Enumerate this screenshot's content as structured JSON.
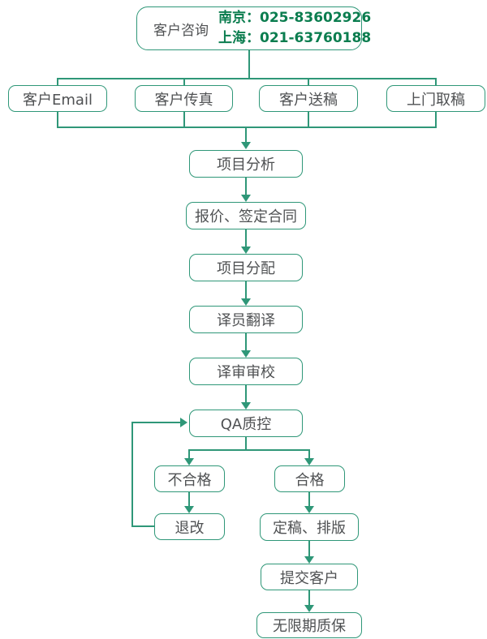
{
  "palette": {
    "line_color": "#2F9778",
    "text_color": "#4F5153",
    "phone_color": "#0B7D4F",
    "background": "#FFFFFF"
  },
  "flow": {
    "start": {
      "label": "客户咨询",
      "phones": [
        "南京：025-83602926",
        "上海：021-63760188"
      ]
    },
    "channels": [
      "客户Email",
      "客户传真",
      "客户送稿",
      "上门取稿"
    ],
    "steps": [
      "项目分析",
      "报价、签定合同",
      "项目分配",
      "译员翻译",
      "译审审校",
      "QA质控"
    ],
    "qa": {
      "fail": "不合格",
      "pass": "合格",
      "revise": "退改"
    },
    "delivery": [
      "定稿、排版",
      "提交客户",
      "无限期质保"
    ]
  }
}
